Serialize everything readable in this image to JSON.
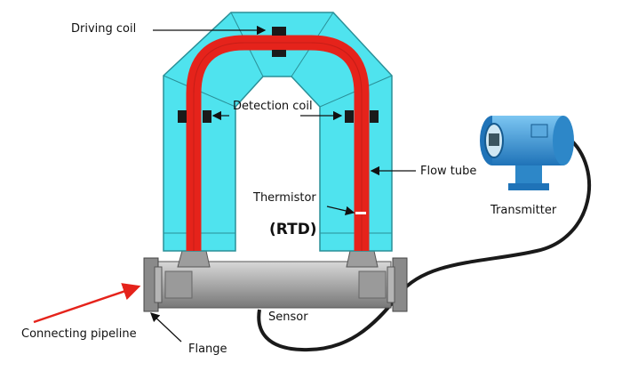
{
  "labels": {
    "driving_coil": "Driving coil",
    "detection_coil": "Detection coil",
    "flow_tube": "Flow tube",
    "thermistor": "Thermistor",
    "rtd": "(RTD)",
    "transmitter": "Transmitter",
    "sensor": "Sensor",
    "connecting_pipeline": "Connecting pipeline",
    "flange": "Flange"
  },
  "colors": {
    "housing": "#4fe3ee",
    "tube": "#e5231b",
    "body": "#a9a9a9",
    "transmitter": "#3a9ad8",
    "arrow_red": "#e5231b"
  }
}
